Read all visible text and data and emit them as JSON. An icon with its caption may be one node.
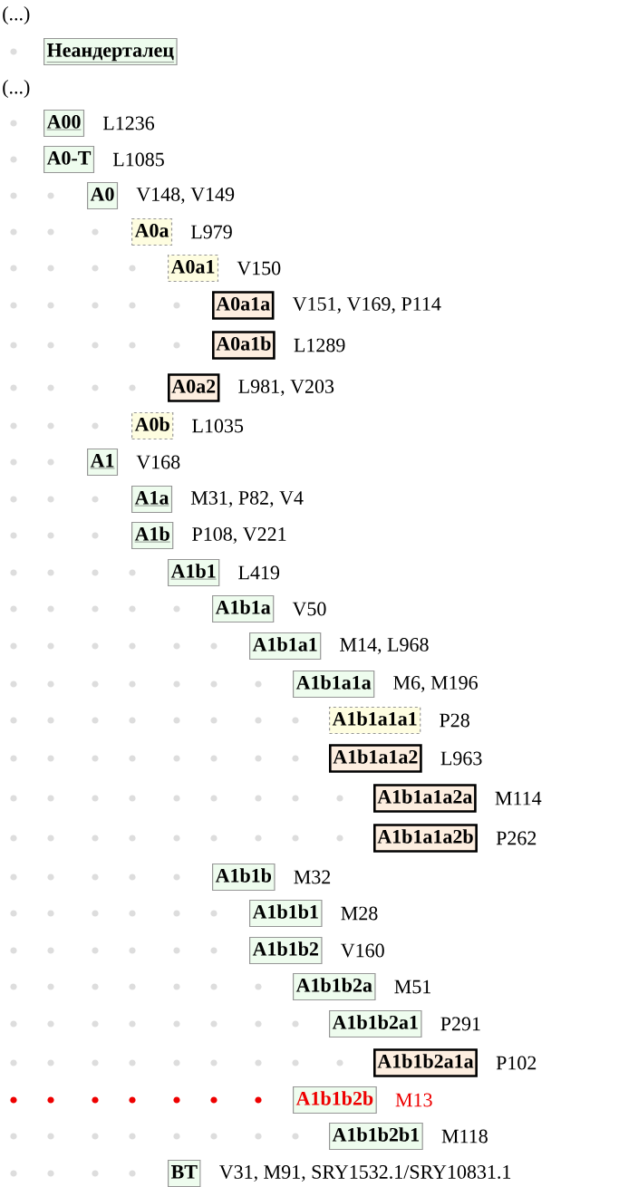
{
  "diagram": {
    "nodes": [
      {
        "text": [
          "Неандерталец"
        ]
      },
      {
        "text": [
          "A00"
        ],
        "beside": [
          "L1236"
        ]
      },
      {
        "text": [
          "A0-T"
        ],
        "beside": [
          "L1085"
        ]
      },
      {
        "text": [
          "A0"
        ],
        "beside": [
          "V148, V149"
        ]
      },
      {
        "text": [
          "A0a"
        ],
        "beside": [
          "L979"
        ]
      },
      {
        "text": [
          "A0a1"
        ],
        "beside": [
          "V150"
        ]
      },
      {
        "text": [
          "A0a1a"
        ],
        "beside": [
          "V151, V169, P114"
        ]
      },
      {
        "text": [
          "A0a1b"
        ],
        "beside": [
          "L1289"
        ]
      },
      {
        "text": [
          "A0a2"
        ],
        "beside": [
          "L981, V203"
        ]
      },
      {
        "text": [
          "A0b"
        ],
        "beside": [
          "L1035"
        ]
      },
      {
        "text": [
          "A1"
        ],
        "beside": [
          "V168"
        ]
      },
      {
        "text": [
          "A1a"
        ],
        "beside": [
          "M31, P82, V4"
        ]
      },
      {
        "text": [
          "A1b"
        ],
        "beside": [
          "P108, V221"
        ]
      },
      {
        "text": [
          "A1b1"
        ],
        "beside": [
          "L419"
        ]
      },
      {
        "text": [
          "A1b1a"
        ],
        "beside": [
          "V50"
        ]
      },
      {
        "text": [
          "A1b1a1"
        ],
        "beside": [
          "M14, L968"
        ]
      },
      {
        "text": [
          "A1b1a1a"
        ],
        "beside": [
          "M6, M196"
        ]
      },
      {
        "text": [
          "A1b1a1a1"
        ],
        "beside": [
          "P28"
        ]
      },
      {
        "text": [
          "A1b1a1a2"
        ],
        "beside": [
          "L963"
        ]
      },
      {
        "text": [
          "A1b1a1a2a"
        ],
        "beside": [
          "M114"
        ]
      },
      {
        "text": [
          "A1b1a1a2b"
        ],
        "beside": [
          "P262"
        ]
      },
      {
        "text": [
          "A1b1b"
        ],
        "beside": [
          "M32"
        ]
      },
      {
        "text": [
          "A1b1b1"
        ],
        "beside": [
          "M28"
        ]
      },
      {
        "text": [
          "A1b1b2"
        ],
        "beside": [
          "V160"
        ]
      },
      {
        "text": [
          "A1b1b2a"
        ],
        "beside": [
          "M51"
        ]
      },
      {
        "text": [
          "A1b1b2a1"
        ],
        "beside": [
          "P291"
        ]
      },
      {
        "text": [
          "A1b1b2a1a"
        ],
        "beside": [
          "P102"
        ]
      },
      {
        "text": [
          "A1b1b2b"
        ],
        "beside": [
          "M13"
        ]
      },
      {
        "text": [
          "A1b1b2b1"
        ],
        "beside": [
          "M118"
        ]
      },
      {
        "text": [
          "BT"
        ],
        "beside": [
          "V31, M91, SRY1532.1/SRY10831.1"
        ]
      }
    ],
    "labels": [
      "(...)",
      "(...)"
    ]
  }
}
